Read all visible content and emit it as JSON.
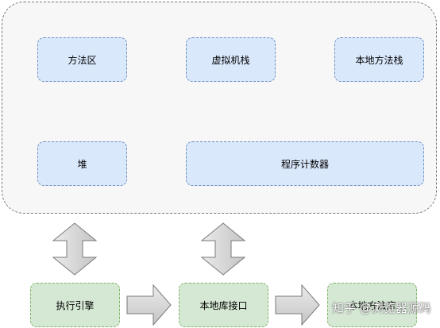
{
  "runtime": {
    "method_area": "方法区",
    "vm_stack": "虚拟机栈",
    "native_method_stack": "本地方法栈",
    "heap": "堆",
    "program_counter": "程序计数器"
  },
  "bottom": {
    "execution_engine": "执行引擎",
    "native_interface": "本地库接口",
    "native_library": "本地方法库"
  },
  "watermark": "知乎 @浏览器源码",
  "colors": {
    "runtime_fill": "#dae8fc",
    "runtime_border": "#6c8ebf",
    "bottom_fill": "#d5e8d4",
    "bottom_border": "#82b366",
    "arrow_fill": "#d0d0d0"
  }
}
